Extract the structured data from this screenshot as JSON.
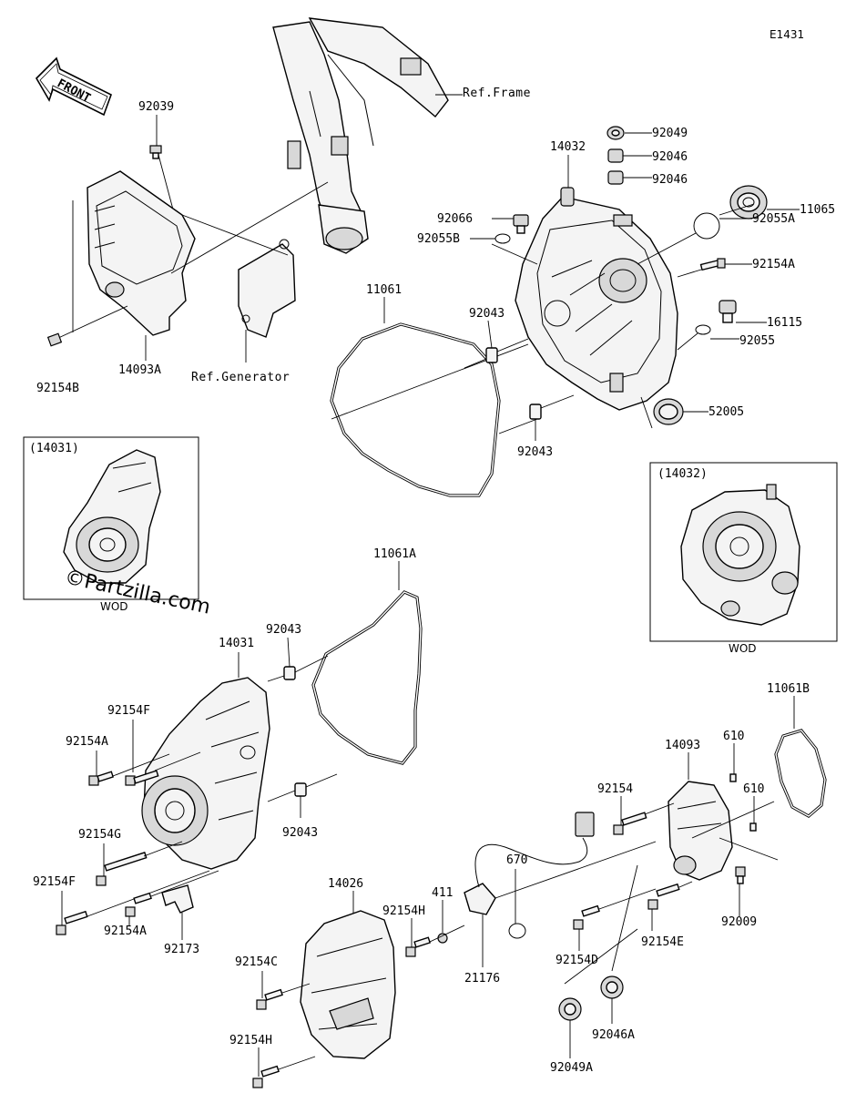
{
  "diagram_code": "E1431",
  "front_arrow_label": "FRONT",
  "watermark": "©Partzilla.com",
  "refs": {
    "frame": "Ref.Frame",
    "generator": "Ref.Generator"
  },
  "inset_left": {
    "title": "(14031)",
    "caption": "WOD"
  },
  "inset_right": {
    "title": "(14032)",
    "caption": "WOD"
  },
  "labels": {
    "p92039": "92039",
    "p92154B": "92154B",
    "p14093A": "14093A",
    "p92049": "92049",
    "p92046a": "92046",
    "p92046b": "92046",
    "p14032": "14032",
    "p92066": "92066",
    "p92055B": "92055B",
    "p11065": "11065",
    "p92055A": "92055A",
    "p92154A_top": "92154A",
    "p16115": "16115",
    "p92055": "92055",
    "p11061": "11061",
    "p92043_a": "92043",
    "p92043_b": "92043",
    "p52005": "52005",
    "p11061A": "11061A",
    "p92043_c": "92043",
    "p14031": "14031",
    "p92154F_a": "92154F",
    "p92154A_mid": "92154A",
    "p92043_d": "92043",
    "p92154G": "92154G",
    "p92154F_b": "92154F",
    "p92154A_low": "92154A",
    "p92173": "92173",
    "p11061B": "11061B",
    "p14093": "14093",
    "p610_a": "610",
    "p610_b": "610",
    "p92154": "92154",
    "p670": "670",
    "p411": "411",
    "p14026": "14026",
    "p92154H_a": "92154H",
    "p21176": "21176",
    "p92154D": "92154D",
    "p92154E": "92154E",
    "p92009": "92009",
    "p92154C": "92154C",
    "p92154H_b": "92154H",
    "p92049A": "92049A",
    "p92046A": "92046A"
  }
}
